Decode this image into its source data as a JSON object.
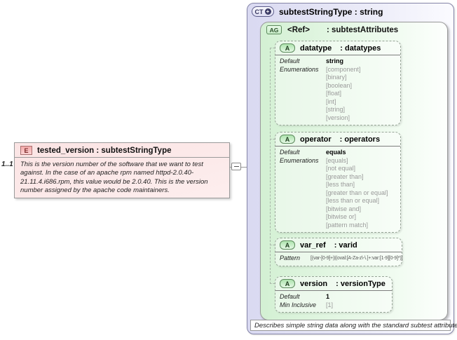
{
  "diagram": {
    "element": {
      "badge": "E",
      "title": "tested_version : subtestStringType",
      "cardinality": "1..1",
      "annotation": "This is the version number of the software that we want to test against.  In the case of an apache rpm named httpd-2.0.40-21.11.4.i686.rpm, this value would be 2.0.40.  This is the version number assigned by the apache code maintainers."
    },
    "complex_type": {
      "badge": "CT",
      "expand_glyph": "+",
      "title": "subtestStringType : string",
      "footer": "Describes simple string data along with the standard subtest attributes.",
      "attribute_group": {
        "badge": "AG",
        "name": "<Ref>",
        "type": ": subtestAttributes",
        "attributes": [
          {
            "badge": "A",
            "name": "datatype",
            "type": ": datatypes",
            "default_label": "Default",
            "default_value": "string",
            "enum_label": "Enumerations",
            "enums": [
              "[component]",
              "[binary]",
              "[boolean]",
              "[float]",
              "[int]",
              "[string]",
              "[version]"
            ]
          },
          {
            "badge": "A",
            "name": "operator",
            "type": ": operators",
            "default_label": "Default",
            "default_value": "equals",
            "enum_label": "Enumerations",
            "enums": [
              "[equals]",
              "[not equal]",
              "[greater than]",
              "[less than]",
              "[greater than or equal]",
              "[less than or equal]",
              "[bitwise and]",
              "[bitwise or]",
              "[pattern match]"
            ]
          },
          {
            "badge": "A",
            "name": "var_ref",
            "type": ": varid",
            "pattern_label": "Pattern",
            "pattern_value": "[(var-[0-9]+)|(oval:[A-Za-z\\-\\.]+:var:[1-9][0-9]*)]"
          },
          {
            "badge": "A",
            "name": "version",
            "type": ": versionType",
            "default_label": "Default",
            "default_value": "1",
            "min_label": "Min Inclusive",
            "min_value": "[1]"
          }
        ]
      }
    }
  }
}
